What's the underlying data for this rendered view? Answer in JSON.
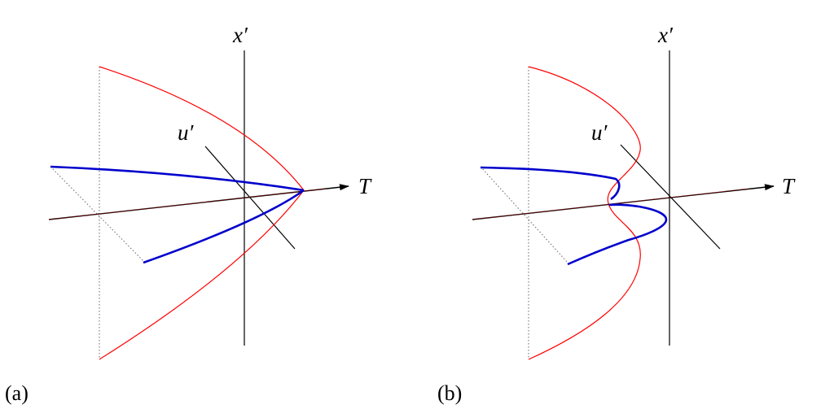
{
  "panels": [
    {
      "label": "(a)",
      "x_axis_label": "x′",
      "u_axis_label": "u′",
      "t_axis_label": "T"
    },
    {
      "label": "(b)",
      "x_axis_label": "x′",
      "u_axis_label": "u′",
      "t_axis_label": "T"
    }
  ],
  "colors": {
    "envelope": "#ff0000",
    "trajectory": "#0000cc",
    "axis": "#000000",
    "guide": "#666666"
  }
}
